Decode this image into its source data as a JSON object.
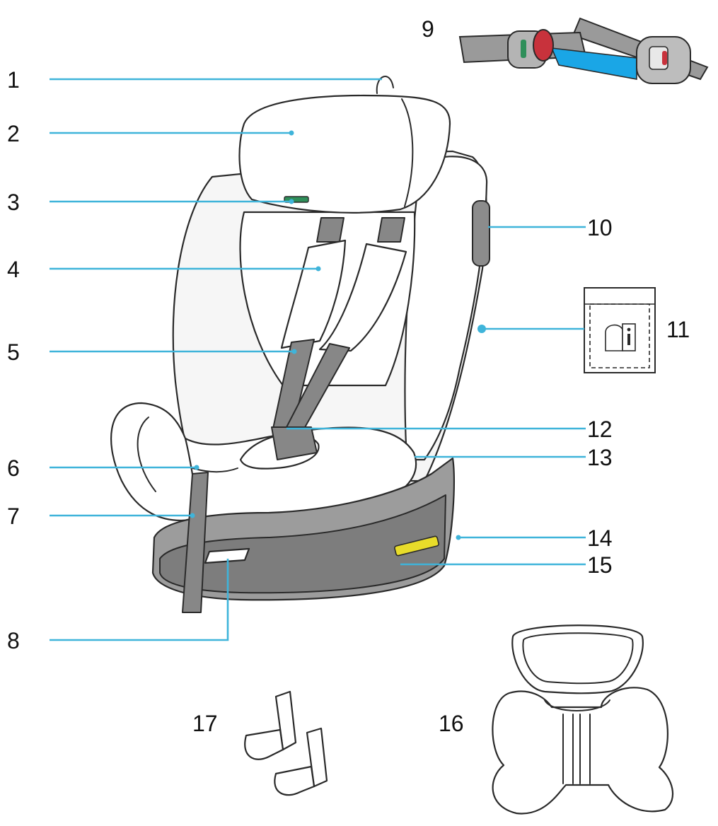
{
  "diagram": {
    "callouts": [
      {
        "id": "1",
        "label": "1"
      },
      {
        "id": "2",
        "label": "2"
      },
      {
        "id": "3",
        "label": "3"
      },
      {
        "id": "4",
        "label": "4"
      },
      {
        "id": "5",
        "label": "5"
      },
      {
        "id": "6",
        "label": "6"
      },
      {
        "id": "7",
        "label": "7"
      },
      {
        "id": "8",
        "label": "8"
      },
      {
        "id": "9",
        "label": "9"
      },
      {
        "id": "10",
        "label": "10"
      },
      {
        "id": "11",
        "label": "11"
      },
      {
        "id": "12",
        "label": "12"
      },
      {
        "id": "13",
        "label": "13"
      },
      {
        "id": "14",
        "label": "14"
      },
      {
        "id": "15",
        "label": "15"
      },
      {
        "id": "16",
        "label": "16"
      },
      {
        "id": "17",
        "label": "17"
      }
    ],
    "colors": {
      "leader": "#3fb4da",
      "outline": "#2a2a2a",
      "fabric": "#f6f6f6",
      "strap": "#878787",
      "base": "#9c9c9c",
      "green_indicator": "#2f8f5a",
      "red_indicator": "#c8323c",
      "yellow_indicator": "#e8dc2a",
      "blue_belt": "#1aa6e6"
    }
  }
}
